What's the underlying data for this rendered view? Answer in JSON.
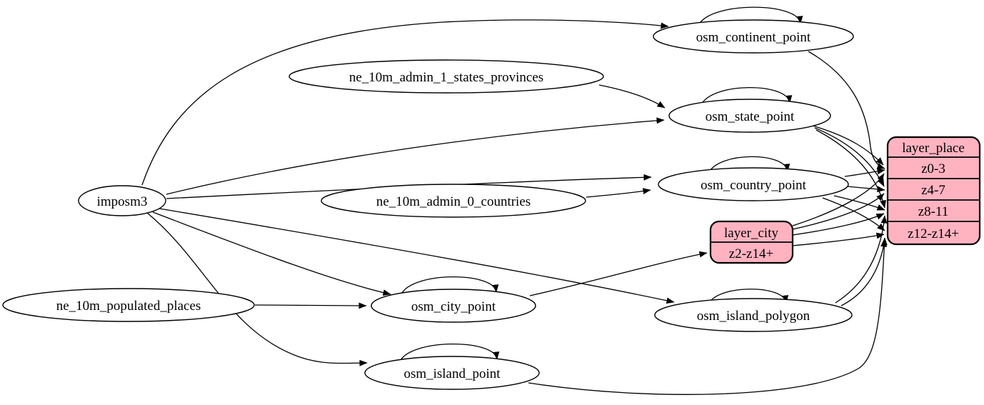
{
  "diagram": {
    "type": "graphviz-etl-graph",
    "colors": {
      "background": "#ffffff",
      "node_fill": "#ffffff",
      "record_fill": "#ffb3c1",
      "stroke": "#000000"
    },
    "nodes": [
      {
        "id": "imposm3",
        "label": "imposm3",
        "shape": "ellipse"
      },
      {
        "id": "ne_10m_admin_1_states_provinces",
        "label": "ne_10m_admin_1_states_provinces",
        "shape": "ellipse"
      },
      {
        "id": "ne_10m_admin_0_countries",
        "label": "ne_10m_admin_0_countries",
        "shape": "ellipse"
      },
      {
        "id": "ne_10m_populated_places",
        "label": "ne_10m_populated_places",
        "shape": "ellipse"
      },
      {
        "id": "osm_continent_point",
        "label": "osm_continent_point",
        "shape": "ellipse"
      },
      {
        "id": "osm_state_point",
        "label": "osm_state_point",
        "shape": "ellipse"
      },
      {
        "id": "osm_country_point",
        "label": "osm_country_point",
        "shape": "ellipse"
      },
      {
        "id": "osm_city_point",
        "label": "osm_city_point",
        "shape": "ellipse"
      },
      {
        "id": "osm_island_polygon",
        "label": "osm_island_polygon",
        "shape": "ellipse"
      },
      {
        "id": "osm_island_point",
        "label": "osm_island_point",
        "shape": "ellipse"
      }
    ],
    "records": [
      {
        "id": "layer_city",
        "title": "layer_city",
        "rows": [
          "z2-z14+"
        ]
      },
      {
        "id": "layer_place",
        "title": "layer_place",
        "rows": [
          "z0-3",
          "z4-7",
          "z8-11",
          "z12-z14+"
        ]
      }
    ],
    "edges": [
      {
        "from": "imposm3",
        "to": "osm_continent_point"
      },
      {
        "from": "imposm3",
        "to": "osm_state_point"
      },
      {
        "from": "imposm3",
        "to": "osm_country_point"
      },
      {
        "from": "imposm3",
        "to": "osm_city_point"
      },
      {
        "from": "imposm3",
        "to": "osm_island_polygon"
      },
      {
        "from": "imposm3",
        "to": "osm_island_point"
      },
      {
        "from": "ne_10m_admin_1_states_provinces",
        "to": "osm_state_point"
      },
      {
        "from": "ne_10m_admin_0_countries",
        "to": "osm_country_point"
      },
      {
        "from": "ne_10m_populated_places",
        "to": "osm_city_point"
      },
      {
        "from": "osm_continent_point",
        "to": "osm_continent_point"
      },
      {
        "from": "osm_state_point",
        "to": "osm_state_point"
      },
      {
        "from": "osm_country_point",
        "to": "osm_country_point"
      },
      {
        "from": "osm_city_point",
        "to": "osm_city_point"
      },
      {
        "from": "osm_island_polygon",
        "to": "osm_island_polygon"
      },
      {
        "from": "osm_island_point",
        "to": "osm_island_point"
      },
      {
        "from": "osm_city_point",
        "to": "layer_city:z2-z14+"
      },
      {
        "from": "osm_continent_point",
        "to": "layer_place:z0-3"
      },
      {
        "from": "osm_state_point",
        "to": "layer_place:z0-3"
      },
      {
        "from": "osm_state_point",
        "to": "layer_place:z4-7"
      },
      {
        "from": "osm_state_point",
        "to": "layer_place:z8-11"
      },
      {
        "from": "osm_country_point",
        "to": "layer_place:z0-3"
      },
      {
        "from": "osm_country_point",
        "to": "layer_place:z4-7"
      },
      {
        "from": "osm_country_point",
        "to": "layer_place:z8-11"
      },
      {
        "from": "osm_country_point",
        "to": "layer_place:z12-z14+"
      },
      {
        "from": "layer_city",
        "to": "layer_place:z0-3"
      },
      {
        "from": "layer_city",
        "to": "layer_place:z4-7"
      },
      {
        "from": "layer_city",
        "to": "layer_place:z8-11"
      },
      {
        "from": "layer_city",
        "to": "layer_place:z12-z14+"
      },
      {
        "from": "osm_island_polygon",
        "to": "layer_place:z8-11"
      },
      {
        "from": "osm_island_polygon",
        "to": "layer_place:z12-z14+"
      },
      {
        "from": "osm_island_point",
        "to": "layer_place:z12-z14+"
      }
    ]
  }
}
